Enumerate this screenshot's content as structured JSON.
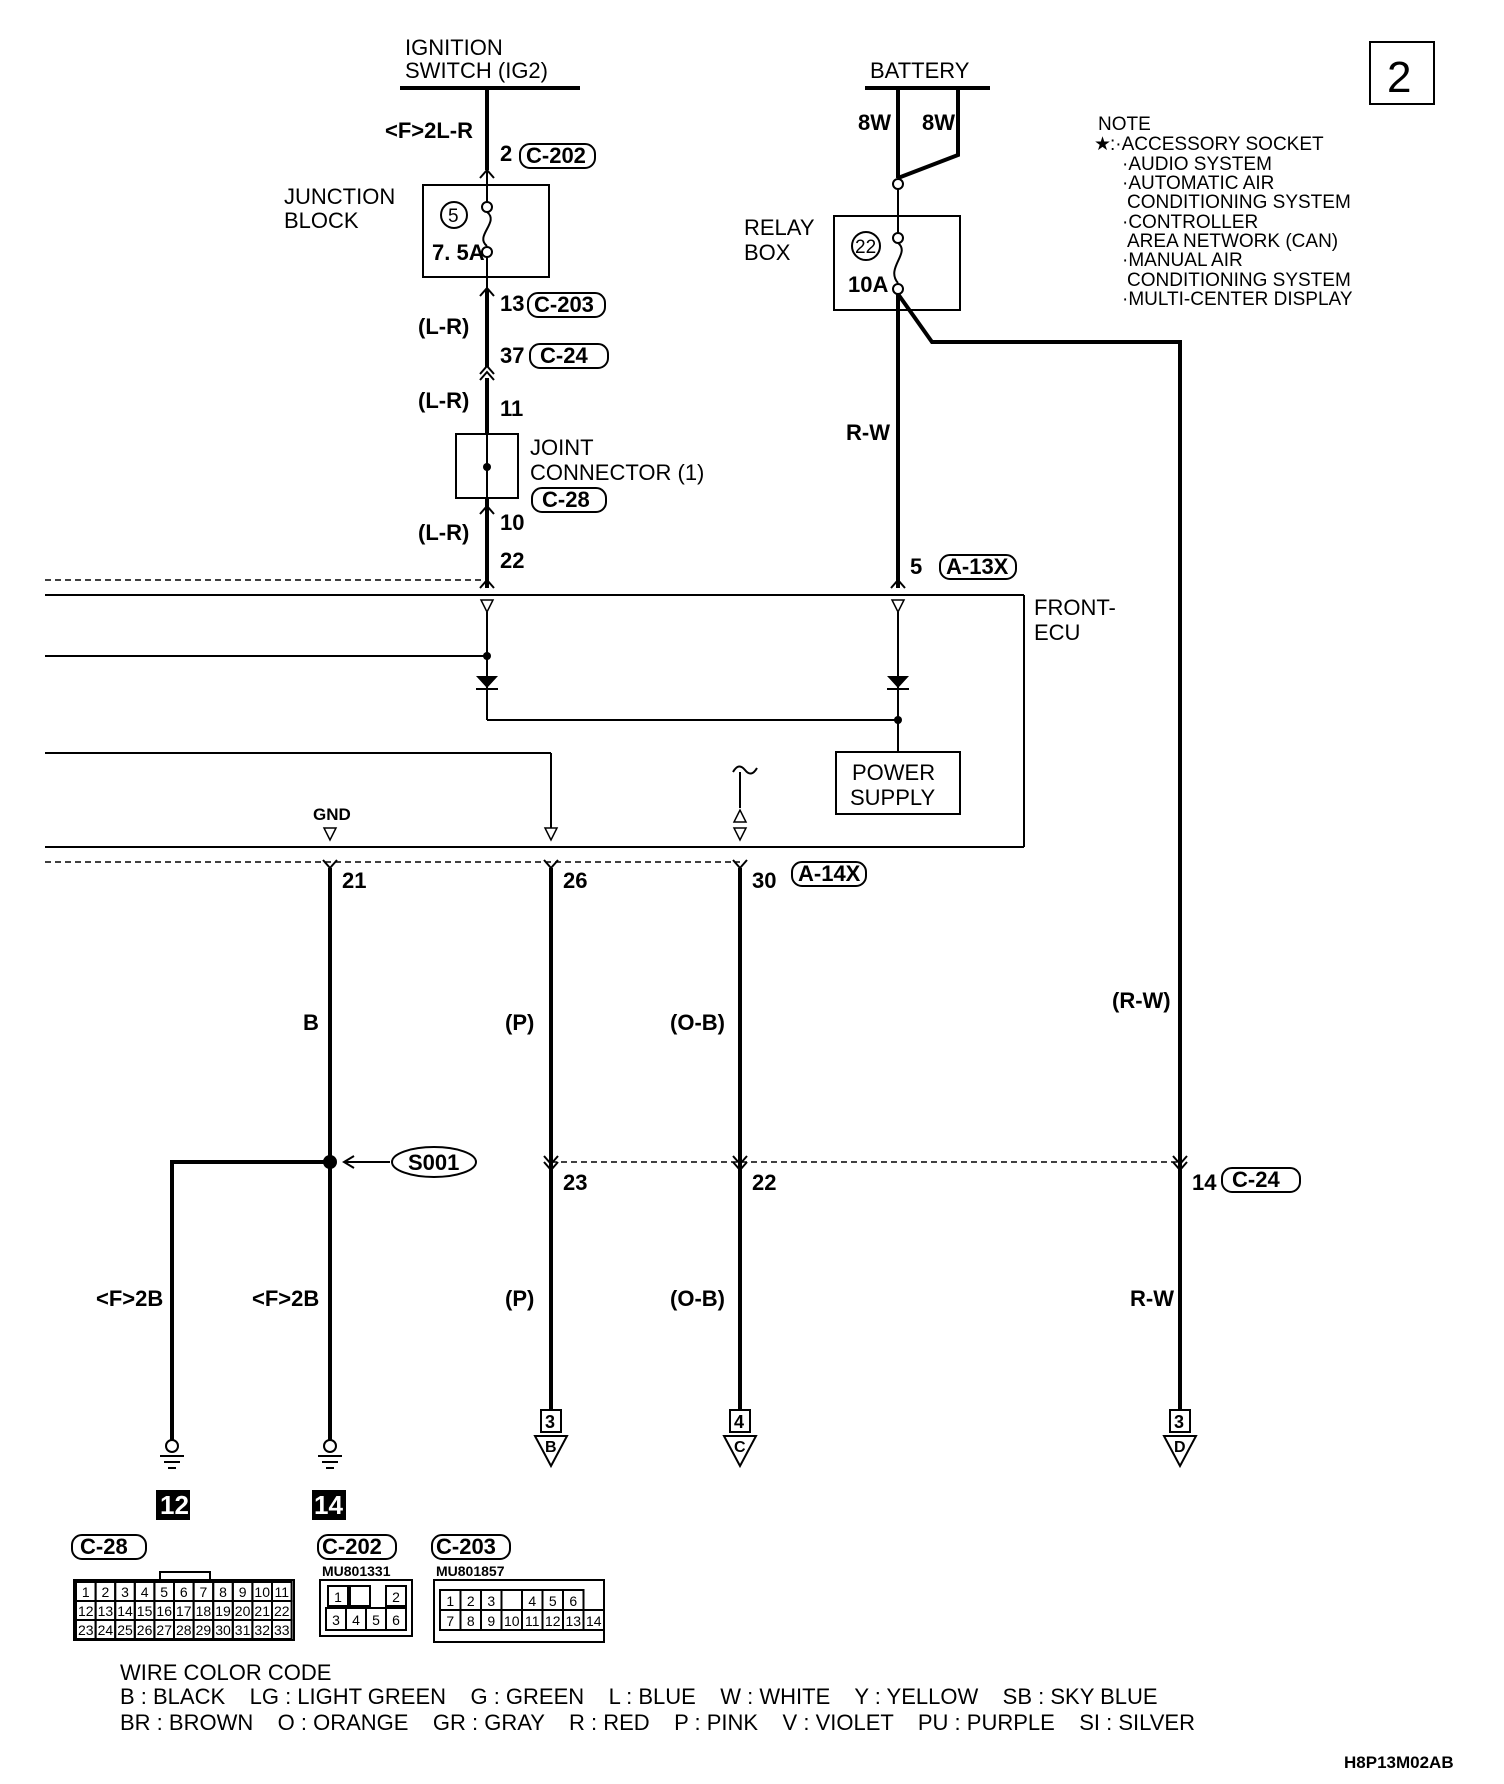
{
  "page_number": "2",
  "sources": {
    "ignition_switch": "IGNITION\nSWITCH (IG2)",
    "battery": "BATTERY",
    "battery_wires": [
      "8W",
      "8W"
    ]
  },
  "ignition_circuit": {
    "wire_1": "<F>2L-R",
    "pin_1": "2",
    "conn_1": "C-202",
    "junction_block": "JUNCTION\nBLOCK",
    "fuse_no": "5",
    "fuse_rating": "7. 5A",
    "pin_2": "13",
    "conn_2": "C-203",
    "wire_2": "(L-R)",
    "pin_3": "37",
    "conn_3": "C-24",
    "wire_3": "(L-R)",
    "pin_4": "11",
    "joint_connector": "JOINT\nCONNECTOR (1)",
    "conn_4": "C-28",
    "pin_5": "10",
    "wire_4": "(L-R)",
    "ecu_pin": "22"
  },
  "battery_circuit": {
    "relay_box": "RELAY\nBOX",
    "fuse_no": "22",
    "fuse_rating": "10A",
    "wire_1": "R-W",
    "ecu_pin": "5",
    "ecu_conn": "A-13X"
  },
  "note": {
    "title": "NOTE",
    "marker": "★",
    "items": [
      ":·ACCESSORY SOCKET",
      "·AUDIO SYSTEM",
      "·AUTOMATIC AIR",
      "CONDITIONING SYSTEM",
      "·CONTROLLER",
      "AREA NETWORK (CAN)",
      "·MANUAL AIR",
      "CONDITIONING SYSTEM",
      "·MULTI-CENTER DISPLAY"
    ]
  },
  "ecu": {
    "name": "FRONT-\nECU",
    "power_supply": "POWER\nSUPPLY",
    "gnd_label": "GND",
    "pins": [
      "21",
      "26",
      "30"
    ],
    "conn": "A-14X"
  },
  "lower_circuit": {
    "gnd_wire": "B",
    "wire_p": "(P)",
    "wire_ob": "(O-B)",
    "wire_rw": "(R-W)",
    "splice": "S001",
    "pin_p": "23",
    "pin_ob": "22",
    "pin_rw": "14",
    "conn_rw": "C-24",
    "ground_wire_1": "<F>2B",
    "ground_wire_2": "<F>2B",
    "wire_p2": "(P)",
    "wire_ob2": "(O-B)",
    "wire_rw2": "R-W",
    "grounds": [
      "12",
      "14"
    ],
    "continuations": [
      {
        "page": "3",
        "letter": "B"
      },
      {
        "page": "4",
        "letter": "C"
      },
      {
        "page": "3",
        "letter": "D"
      }
    ]
  },
  "connectors": {
    "c28": {
      "name": "C-28",
      "rows": [
        [
          "1",
          "2",
          "3",
          "4",
          "5",
          "6",
          "7",
          "8",
          "9",
          "10",
          "11"
        ],
        [
          "12",
          "13",
          "14",
          "15",
          "16",
          "17",
          "18",
          "19",
          "20",
          "21",
          "22"
        ],
        [
          "23",
          "24",
          "25",
          "26",
          "27",
          "28",
          "29",
          "30",
          "31",
          "32",
          "33"
        ]
      ]
    },
    "c202": {
      "name": "C-202",
      "part": "MU801331",
      "rows": [
        [
          "1",
          "",
          "2"
        ],
        [
          "3",
          "4",
          "5",
          "6"
        ]
      ]
    },
    "c203": {
      "name": "C-203",
      "part": "MU801857",
      "rows": [
        [
          "1",
          "2",
          "3",
          "",
          "4",
          "5",
          "6"
        ],
        [
          "7",
          "8",
          "9",
          "10",
          "11",
          "12",
          "13",
          "14"
        ]
      ]
    }
  },
  "wire_color_code": {
    "title": "WIRE COLOR CODE",
    "line1": "B : BLACK    LG : LIGHT GREEN    G : GREEN    L : BLUE    W : WHITE    Y : YELLOW    SB : SKY BLUE",
    "line2": "BR : BROWN    O : ORANGE    GR : GRAY    R : RED    P : PINK    V : VIOLET    PU : PURPLE    SI : SILVER"
  },
  "figure_code": "H8P13M02AB"
}
